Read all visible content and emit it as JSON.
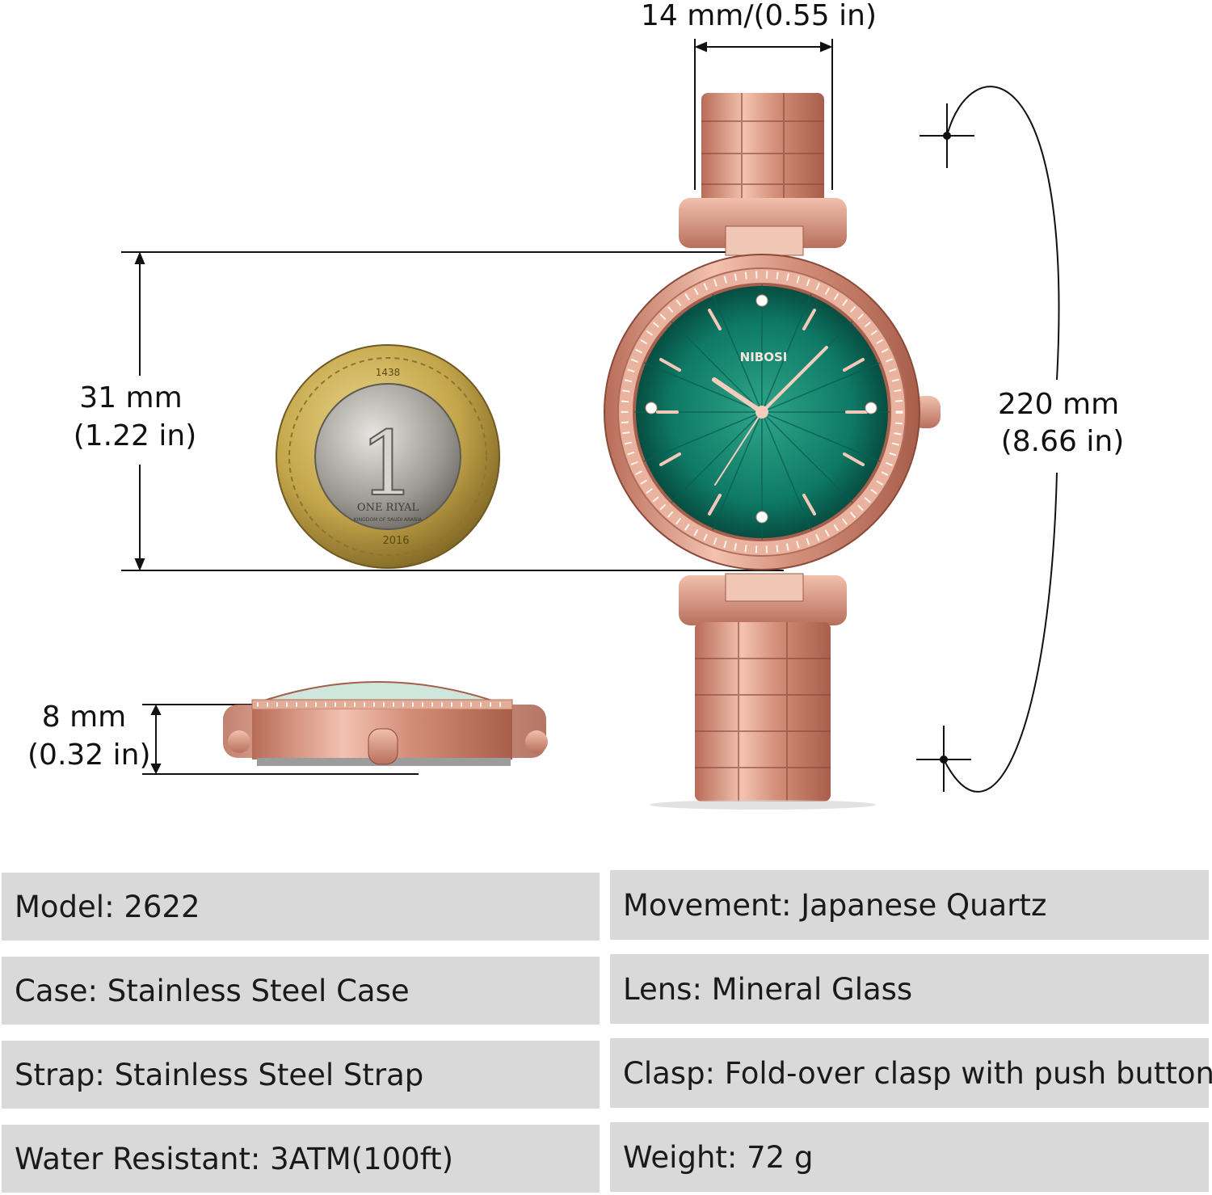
{
  "dimensions": {
    "strap_width": "14 mm/(0.55 in)",
    "case_diameter_mm": "31 mm",
    "case_diameter_in": "(1.22 in)",
    "thickness_mm": "8 mm",
    "thickness_in": "(0.32 in)",
    "length_mm": "220 mm",
    "length_in": "(8.66 in)"
  },
  "watch": {
    "brand": "NIBOSI",
    "dial_color": "#0f7a66",
    "metal_color": "#d99884"
  },
  "coin": {
    "numeral": "1",
    "year_top": "1438",
    "denomination": "ONE RIYAL",
    "issuer": "KINGDOM OF SAUDI ARABIA",
    "year_bottom": "2016"
  },
  "specs": {
    "left": [
      "Model: 2622",
      "Case: Stainless Steel Case",
      "Strap: Stainless Steel Strap",
      "Water Resistant: 3ATM(100ft)"
    ],
    "right": [
      "Movement: Japanese Quartz",
      "Lens: Mineral Glass",
      "Clasp: Fold-over clasp with push button",
      "Weight: 72 g"
    ]
  },
  "colors": {
    "spec_background": "#d9d9d9",
    "dimension_line": "#111111"
  }
}
